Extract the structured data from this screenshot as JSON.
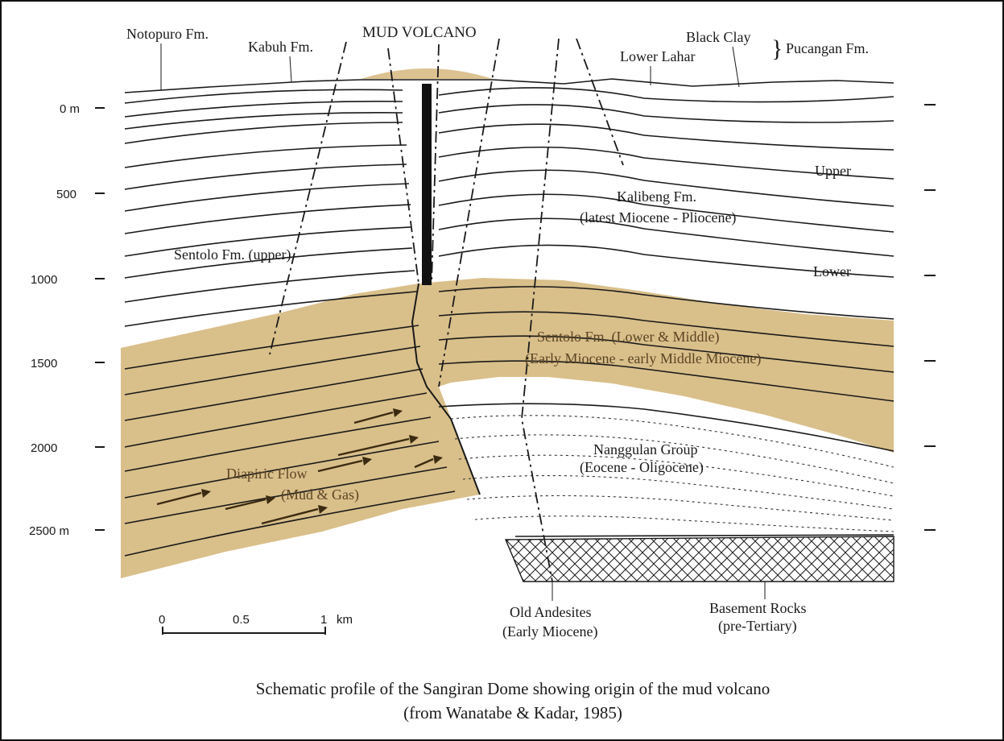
{
  "diagram": {
    "top_labels": {
      "notopuro": "Notopuro Fm.",
      "kabuh": "Kabuh Fm.",
      "mud_volcano": "MUD VOLCANO",
      "black_clay": "Black Clay",
      "pucangan": "Pucangan Fm.",
      "lower_lahar": "Lower Lahar"
    },
    "unit_labels": {
      "upper": "Upper",
      "lower": "Lower",
      "kalibeng": "Kalibeng Fm.",
      "kalibeng_age": "(latest Miocene - Pliocene)",
      "sentolo_upper": "Sentolo Fm. (upper)",
      "sentolo_lm": "Sentolo Fm.  (Lower & Middle)",
      "sentolo_lm_age": "(Early Miocene - early Middle Miocene)",
      "nanggulan": "Nanggulan Group",
      "nanggulan_age": "(Eocene - Oligocene)",
      "diapiric_flow": "Diapiric Flow",
      "diapiric_flow_sub": "(Mud & Gas)",
      "old_andesites": "Old Andesites",
      "old_andesites_age": "(Early Miocene)",
      "basement": "Basement Rocks",
      "basement_age": "(pre-Tertiary)"
    },
    "depth_axis": [
      "0  m",
      "500",
      "1000",
      "1500",
      "2000",
      "2500  m"
    ],
    "scale_bar": {
      "zero": "0",
      "half": "0.5",
      "one": "1",
      "unit": "km"
    },
    "colors": {
      "sentolo_fill": "#d9bf8a",
      "mud_volcano_fill": "#dcc291",
      "line": "#1a1a1a"
    }
  },
  "caption": {
    "line1": "Schematic profile of the Sangiran Dome showing origin of the mud volcano",
    "line2": "(from Wanatabe & Kadar, 1985)"
  }
}
